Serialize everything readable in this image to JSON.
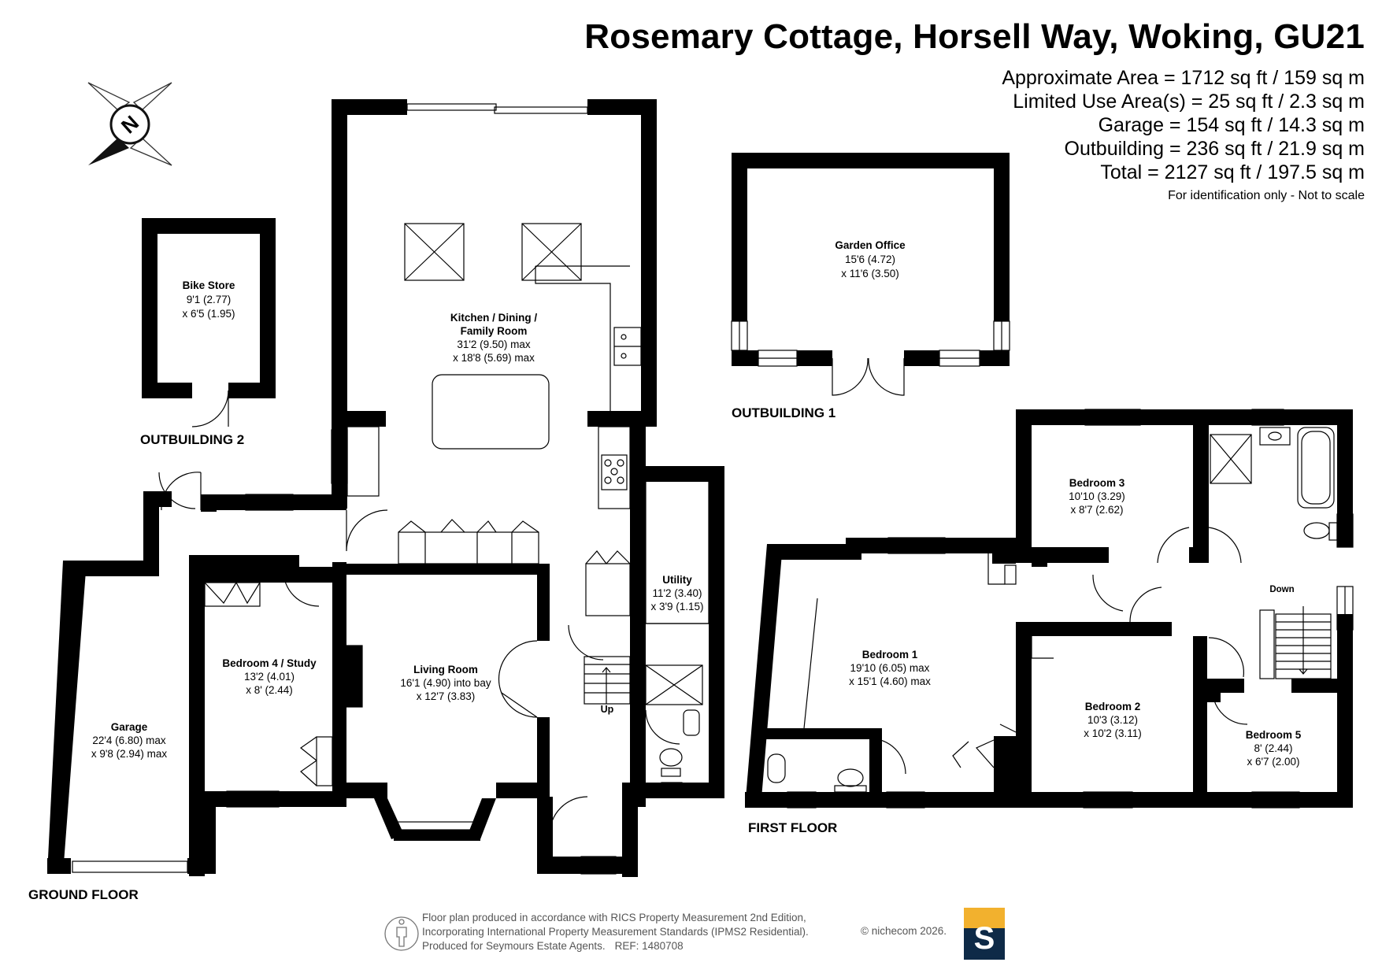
{
  "header": {
    "title": "Rosemary Cottage, Horsell Way, Woking, GU21",
    "areas": [
      "Approximate Area = 1712 sq ft / 159 sq m",
      "Limited Use Area(s) = 25 sq ft / 2.3 sq m",
      "Garage = 154 sq ft / 14.3 sq m",
      "Outbuilding = 236 sq ft / 21.9 sq m",
      "Total = 2127 sq ft / 197.5 sq m"
    ],
    "note": "For identification only - Not to scale"
  },
  "compass": {
    "label": "N"
  },
  "floors": {
    "ground": "GROUND FLOOR",
    "first": "FIRST FLOOR",
    "outbuilding1": "OUTBUILDING 1",
    "outbuilding2": "OUTBUILDING 2"
  },
  "rooms": {
    "bike_store": [
      "Bike Store",
      "9'1 (2.77)",
      "x 6'5 (1.95)"
    ],
    "kitchen": [
      "Kitchen / Dining /",
      "Family Room",
      "31'2 (9.50) max",
      "x 18'8 (5.69) max"
    ],
    "garden_office": [
      "Garden Office",
      "15'6 (4.72)",
      "x 11'6 (3.50)"
    ],
    "utility": [
      "Utility",
      "11'2 (3.40)",
      "x 3'9 (1.15)"
    ],
    "living": [
      "Living Room",
      "16'1 (4.90) into bay",
      "x 12'7 (3.83)"
    ],
    "bedroom4": [
      "Bedroom 4 / Study",
      "13'2 (4.01)",
      "x 8' (2.44)"
    ],
    "garage": [
      "Garage",
      "22'4 (6.80) max",
      "x 9'8 (2.94) max"
    ],
    "bedroom3": [
      "Bedroom 3",
      "10'10 (3.29)",
      "x 8'7 (2.62)"
    ],
    "bedroom1": [
      "Bedroom 1",
      "19'10 (6.05) max",
      "x 15'1 (4.60) max"
    ],
    "bedroom2": [
      "Bedroom 2",
      "10'3 (3.12)",
      "x 10'2 (3.11)"
    ],
    "bedroom5": [
      "Bedroom 5",
      "8' (2.44)",
      "x 6'7 (2.00)"
    ]
  },
  "stairs": {
    "up": "Up",
    "down": "Down"
  },
  "footer": {
    "lines": [
      "Floor plan produced in accordance with RICS Property Measurement 2nd Edition,",
      "Incorporating International Property Measurement Standards (IPMS2 Residential)."
    ],
    "produced_for": "Produced for Seymours Estate Agents.",
    "ref": "REF: 1480708",
    "copyright": "© nichecom 2026.",
    "logo_letter": "S",
    "logo_colors": {
      "top": "#f2b12e",
      "bottom": "#0e2a47"
    }
  }
}
